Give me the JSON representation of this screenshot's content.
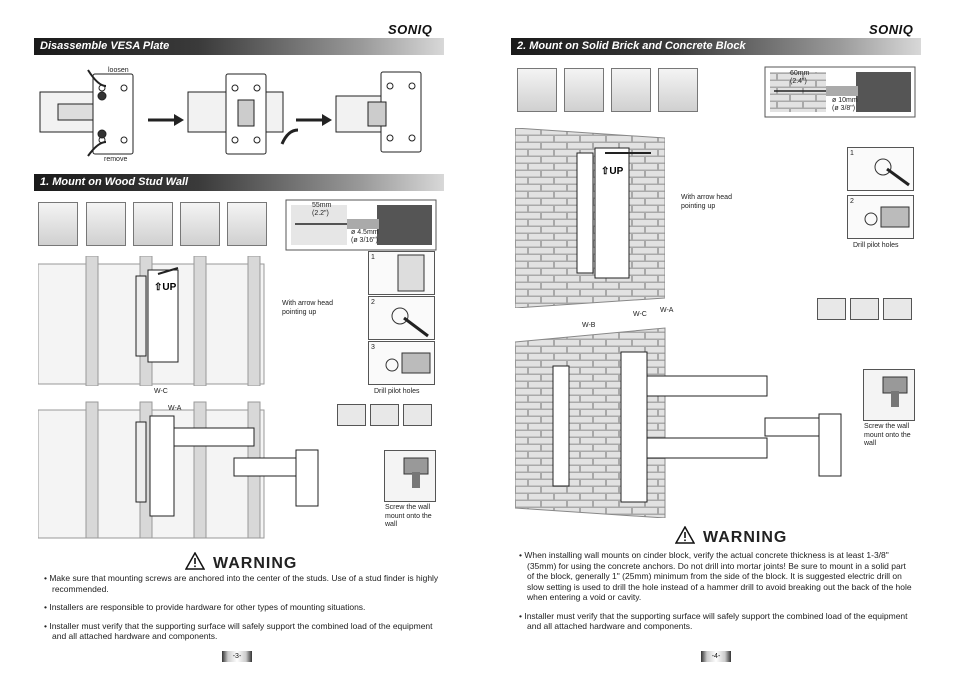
{
  "brand": "SONIQ",
  "left_page": {
    "section1_title": "Disassemble VESA Plate",
    "loosen_label": "loosen",
    "remove_label": "remove",
    "section2_title": "1. Mount on Wood Stud Wall",
    "drill_depth": "55mm",
    "drill_depth_in": "(2.2\")",
    "drill_dia": "ø 4.5mm",
    "drill_dia_in": "(ø 3/16\")",
    "arrow_note": "With arrow head pointing up",
    "step1": "1",
    "step2": "2",
    "step3": "3",
    "drill_pilot": "Drill pilot holes",
    "wc_label": "W-C",
    "wa_label": "W-A",
    "screw_note": "Screw the wall mount onto the wall",
    "warning_title": "WARNING",
    "bullets": [
      "• Make sure that mounting screws are anchored into the center of the studs. Use of a stud finder is highly recommended.",
      "• Installers are responsible to provide hardware for other types of mounting situations.",
      "• Installer must verify that the supporting surface will safely support the combined load of the equipment and all attached hardware and components."
    ],
    "page_no": "-3-"
  },
  "right_page": {
    "section_title": "2. Mount on Solid Brick and Concrete Block",
    "drill_depth": "60mm",
    "drill_depth_in": "(2.4\")",
    "drill_dia": "ø 10mm",
    "drill_dia_in": "(ø 3/8\")",
    "arrow_note": "With arrow head pointing up",
    "step1": "1",
    "step2": "2",
    "drill_pilot": "Drill pilot holes",
    "wb_label": "W-B",
    "wc_label": "W-C",
    "wa_label": "W-A",
    "screw_note": "Screw the wall mount onto the wall",
    "warning_title": "WARNING",
    "bullets": [
      "• When installing wall mounts on cinder block, verify the actual concrete thickness is at least 1-3/8\" (35mm) for using the concrete anchors. Do not drill into mortar joints! Be sure to mount in a solid part of the block, generally 1\" (25mm) minimum from the side of the block. It is suggested electric drill on slow setting is used to drill the hole instead of a hammer drill to avoid breaking out the back of the hole when entering a void or cavity.",
      "• Installer must verify that the supporting surface will safely support the combined load of the equipment and all attached hardware and components."
    ],
    "page_no": "-4-"
  }
}
